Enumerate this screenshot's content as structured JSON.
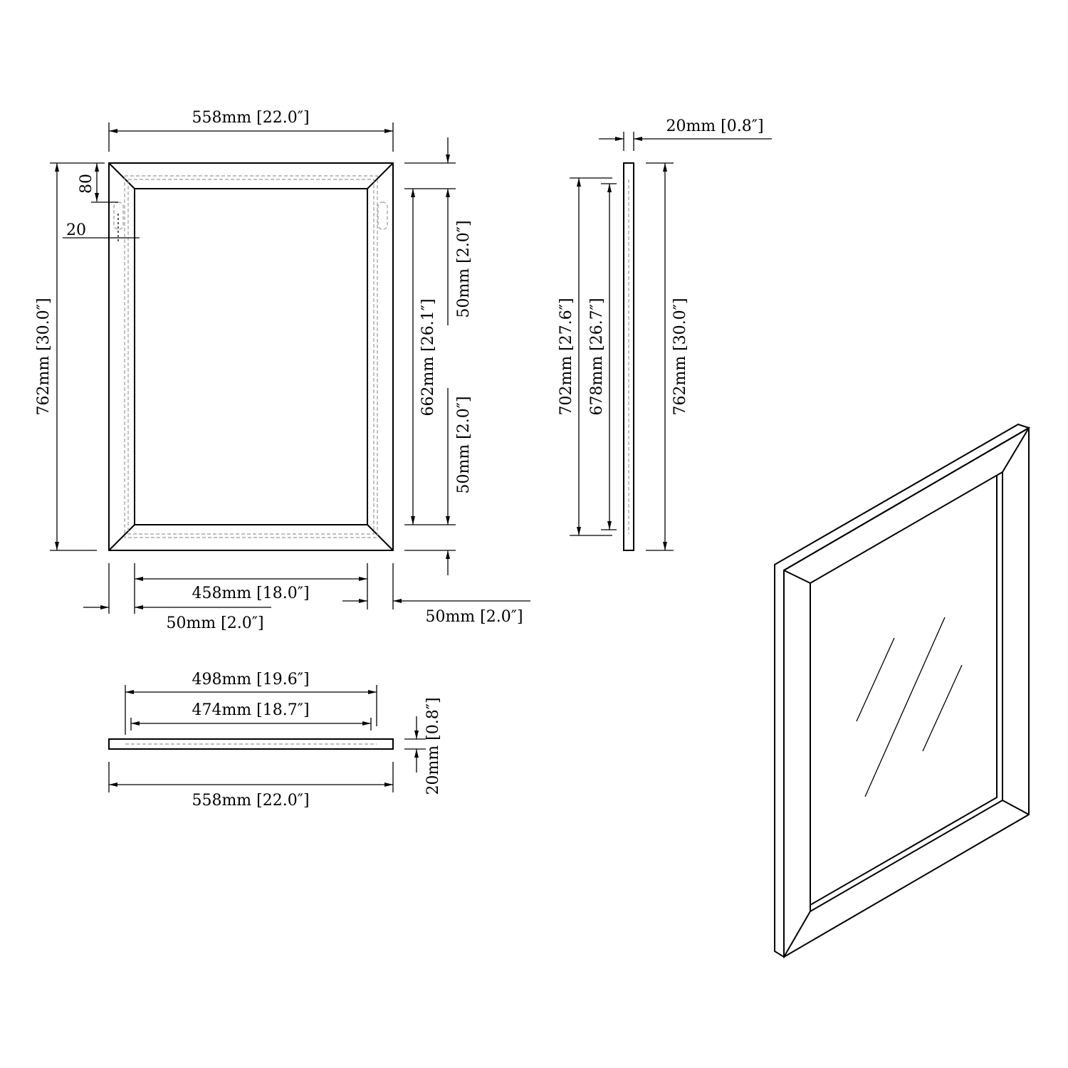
{
  "front_view": {
    "overall_width": "558mm [22.0″]",
    "overall_height": "762mm [30.0″]",
    "inner_width": "458mm [18.0″]",
    "inner_height": "662mm [26.1″]",
    "frame_top": "50mm [2.0″]",
    "frame_bottom": "50mm [2.0″]",
    "frame_left": "50mm [2.0″]",
    "frame_right": "50mm [2.0″]",
    "hanger_offset_top": "80",
    "hanger_offset_side": "20"
  },
  "side_view": {
    "depth": "20mm [0.8″]",
    "height_outer": "762mm [30.0″]",
    "height_mid": "702mm [27.6″]",
    "height_inner": "678mm [26.7″]"
  },
  "top_view": {
    "width_outer": "558mm [22.0″]",
    "width_mid": "498mm [19.6″]",
    "width_inner": "474mm [18.7″]",
    "depth": "20mm [0.8″]"
  }
}
